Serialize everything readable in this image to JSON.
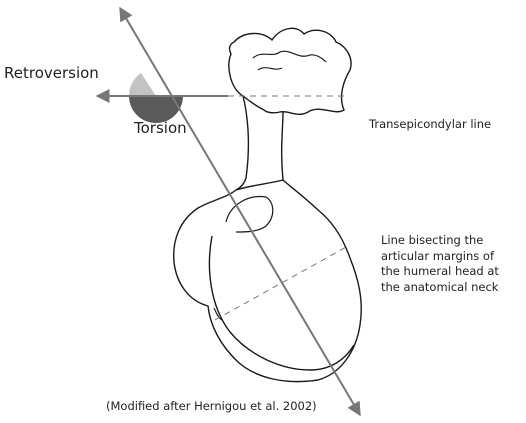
{
  "labels": {
    "retroversion": "Retroversion",
    "torsion": "Torsion",
    "transepicondylar": "Transepicondylar line",
    "bisecting": [
      "Line bisecting the",
      "articular margins of",
      "the humeral head at",
      "the anatomical neck"
    ],
    "credit": "(Modified after Hernigou et al. 2002)"
  },
  "colors": {
    "retroversion_sector": "#c3c3c3",
    "torsion_sector": "#5a5a5a",
    "axis_lines": "#777777",
    "outline": "#1a1a1a"
  }
}
